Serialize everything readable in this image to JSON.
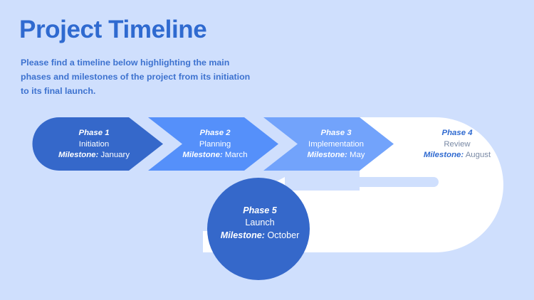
{
  "header": {
    "title": "Project Timeline",
    "subtitle": "Please find a timeline below highlighting the main phases and milestones of the project from its initiation to its final launch."
  },
  "colors": {
    "background": "#cfdffd",
    "title": "#2f6ad0",
    "subtitle": "#3d72cf",
    "phase_1": "#3568ca",
    "phase_2": "#5590fa",
    "phase_3": "#72a3fb",
    "phase_4": "#ffffff",
    "phase_5": "#3568ca",
    "text_on_blue": "#ffffff",
    "text_muted": "#7a8aa5"
  },
  "milestone_label": "Milestone:",
  "timeline": {
    "phases": [
      {
        "id": "phase-1",
        "name": "Phase 1",
        "activity": "Initiation",
        "milestone": "January",
        "shape": "rounded-arrow",
        "fill": "#3568ca",
        "text_style": "on-blue"
      },
      {
        "id": "phase-2",
        "name": "Phase 2",
        "activity": "Planning",
        "milestone": "March",
        "shape": "chevron-arrow",
        "fill": "#5590fa",
        "text_style": "on-blue"
      },
      {
        "id": "phase-3",
        "name": "Phase 3",
        "activity": "Implementation",
        "milestone": "May",
        "shape": "chevron-arrow",
        "fill": "#72a3fb",
        "text_style": "on-blue"
      },
      {
        "id": "phase-4",
        "name": "Phase 4",
        "activity": "Review",
        "milestone": "August",
        "shape": "u-turn-arrow",
        "fill": "#ffffff",
        "text_style": "on-white"
      },
      {
        "id": "phase-5",
        "name": "Phase 5",
        "activity": "Launch",
        "milestone": "October",
        "shape": "circle",
        "fill": "#3568ca",
        "text_style": "on-blue"
      }
    ]
  }
}
